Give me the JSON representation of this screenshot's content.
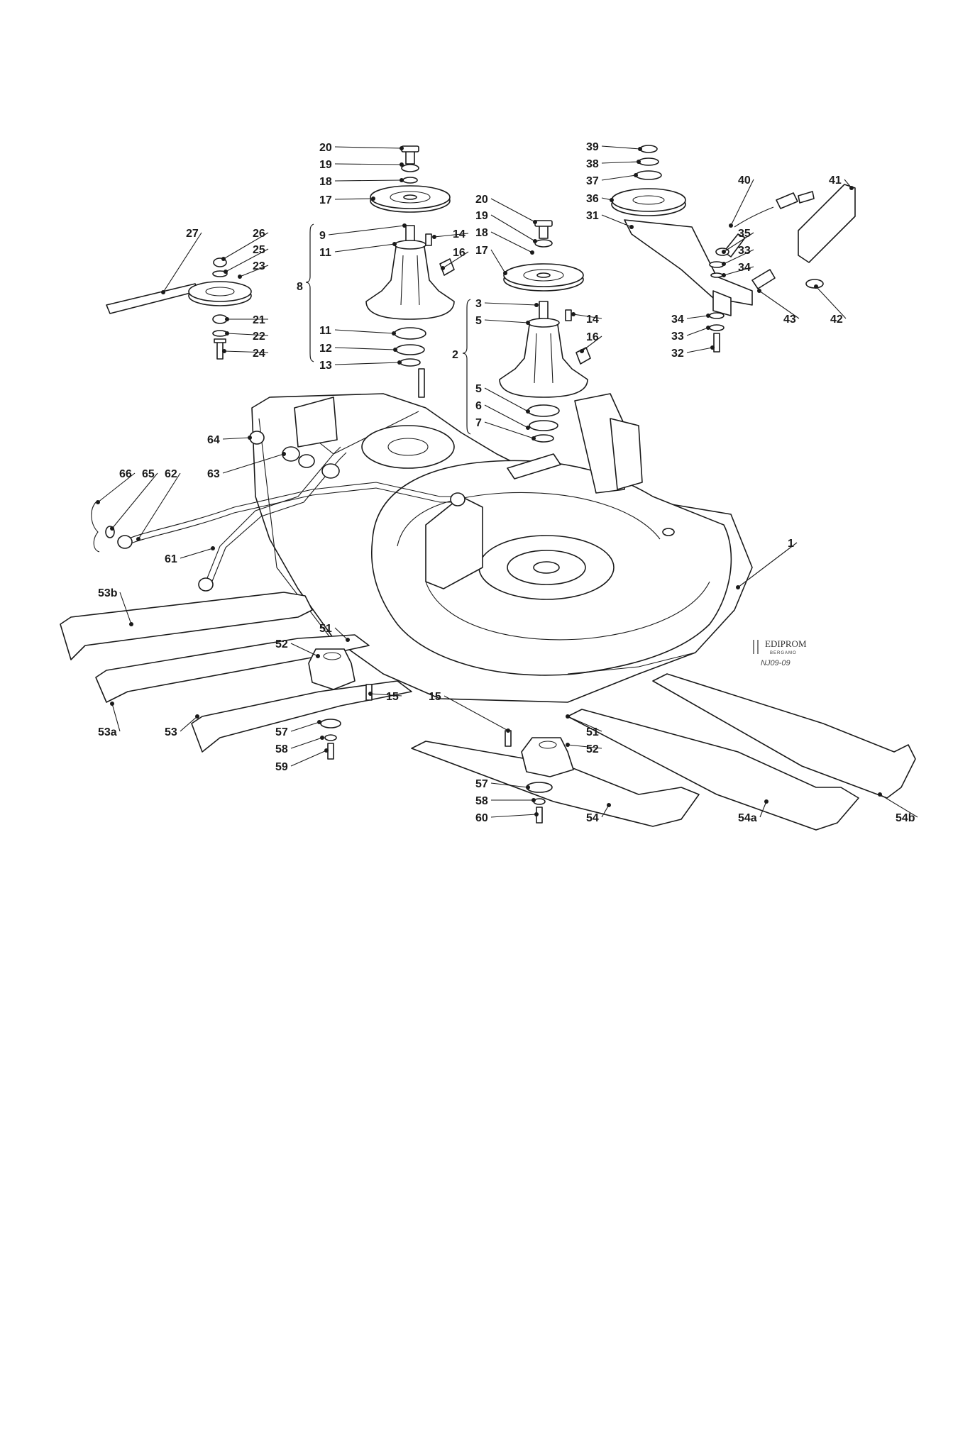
{
  "labels": {
    "l20a": "20",
    "l19a": "19",
    "l18a": "18",
    "l17a": "17",
    "l9": "9",
    "l11a": "11",
    "l8": "8",
    "l14a": "14",
    "l16a": "16",
    "l11b": "11",
    "l12": "12",
    "l13": "13",
    "l27": "27",
    "l26": "26",
    "l25": "25",
    "l23": "23",
    "l21": "21",
    "l22": "22",
    "l24": "24",
    "l20b": "20",
    "l19b": "19",
    "l18b": "18",
    "l17b": "17",
    "l3": "3",
    "l5a": "5",
    "l14b": "14",
    "l16b": "16",
    "l2": "2",
    "l5b": "5",
    "l6": "6",
    "l7": "7",
    "l39": "39",
    "l38": "38",
    "l37": "37",
    "l36": "36",
    "l31": "31",
    "l40": "40",
    "l41": "41",
    "l35": "35",
    "l33a": "33",
    "l34a": "34",
    "l43": "43",
    "l42": "42",
    "l34b": "34",
    "l33b": "33",
    "l32": "32",
    "l64": "64",
    "l63": "63",
    "l66": "66",
    "l65": "65",
    "l62": "62",
    "l61": "61",
    "l1": "1",
    "l53b": "53b",
    "l51a": "51",
    "l52a": "52",
    "l15a": "15",
    "l53a": "53a",
    "l53": "53",
    "l57a": "57",
    "l58a": "58",
    "l59": "59",
    "l15b": "15",
    "l51b": "51",
    "l52b": "52",
    "l57b": "57",
    "l58b": "58",
    "l60": "60",
    "l54": "54",
    "l54a": "54a",
    "l54b": "54b"
  },
  "logo": {
    "brand": "EDIPROM",
    "city": "BERGAMO",
    "code": "NJ09-09"
  }
}
